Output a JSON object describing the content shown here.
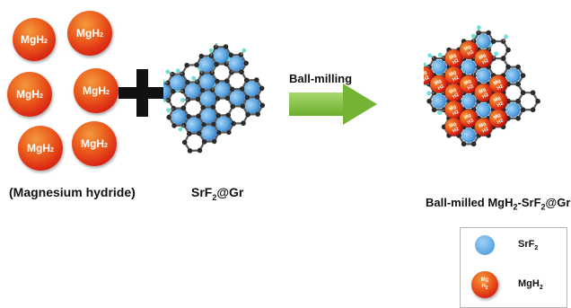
{
  "reactant_balls": {
    "formula": "MgH",
    "subscript": "2"
  },
  "reactant_caption": "(Magnesium hydride)",
  "support": {
    "formula": "SrF",
    "subscript": "2",
    "suffix": "@Gr"
  },
  "process": {
    "label": "Ball-milling"
  },
  "product": {
    "prefix": "Ball-milled MgH",
    "subscript": "2",
    "suffix": "-SrF",
    "subscript2": "2",
    "suffix2": "@Gr",
    "ball_top": "Mg",
    "ball_bottom": "H",
    "ball_bottom_sub": "2"
  },
  "legend": {
    "srf2": {
      "formula": "SrF",
      "subscript": "2"
    },
    "mgh2": {
      "formula": "MgH",
      "subscript": "2",
      "icon_top": "Mg",
      "icon_bottom": "H",
      "icon_bottom_sub": "2"
    }
  },
  "colors": {
    "mgh2_ball": "#e2421a",
    "srf2_ball": "#5aa5e1",
    "carbon": "#2b2b2b",
    "hydrogen": "#6fe0d8",
    "arrow": "#74b434",
    "plus": "#111111"
  }
}
